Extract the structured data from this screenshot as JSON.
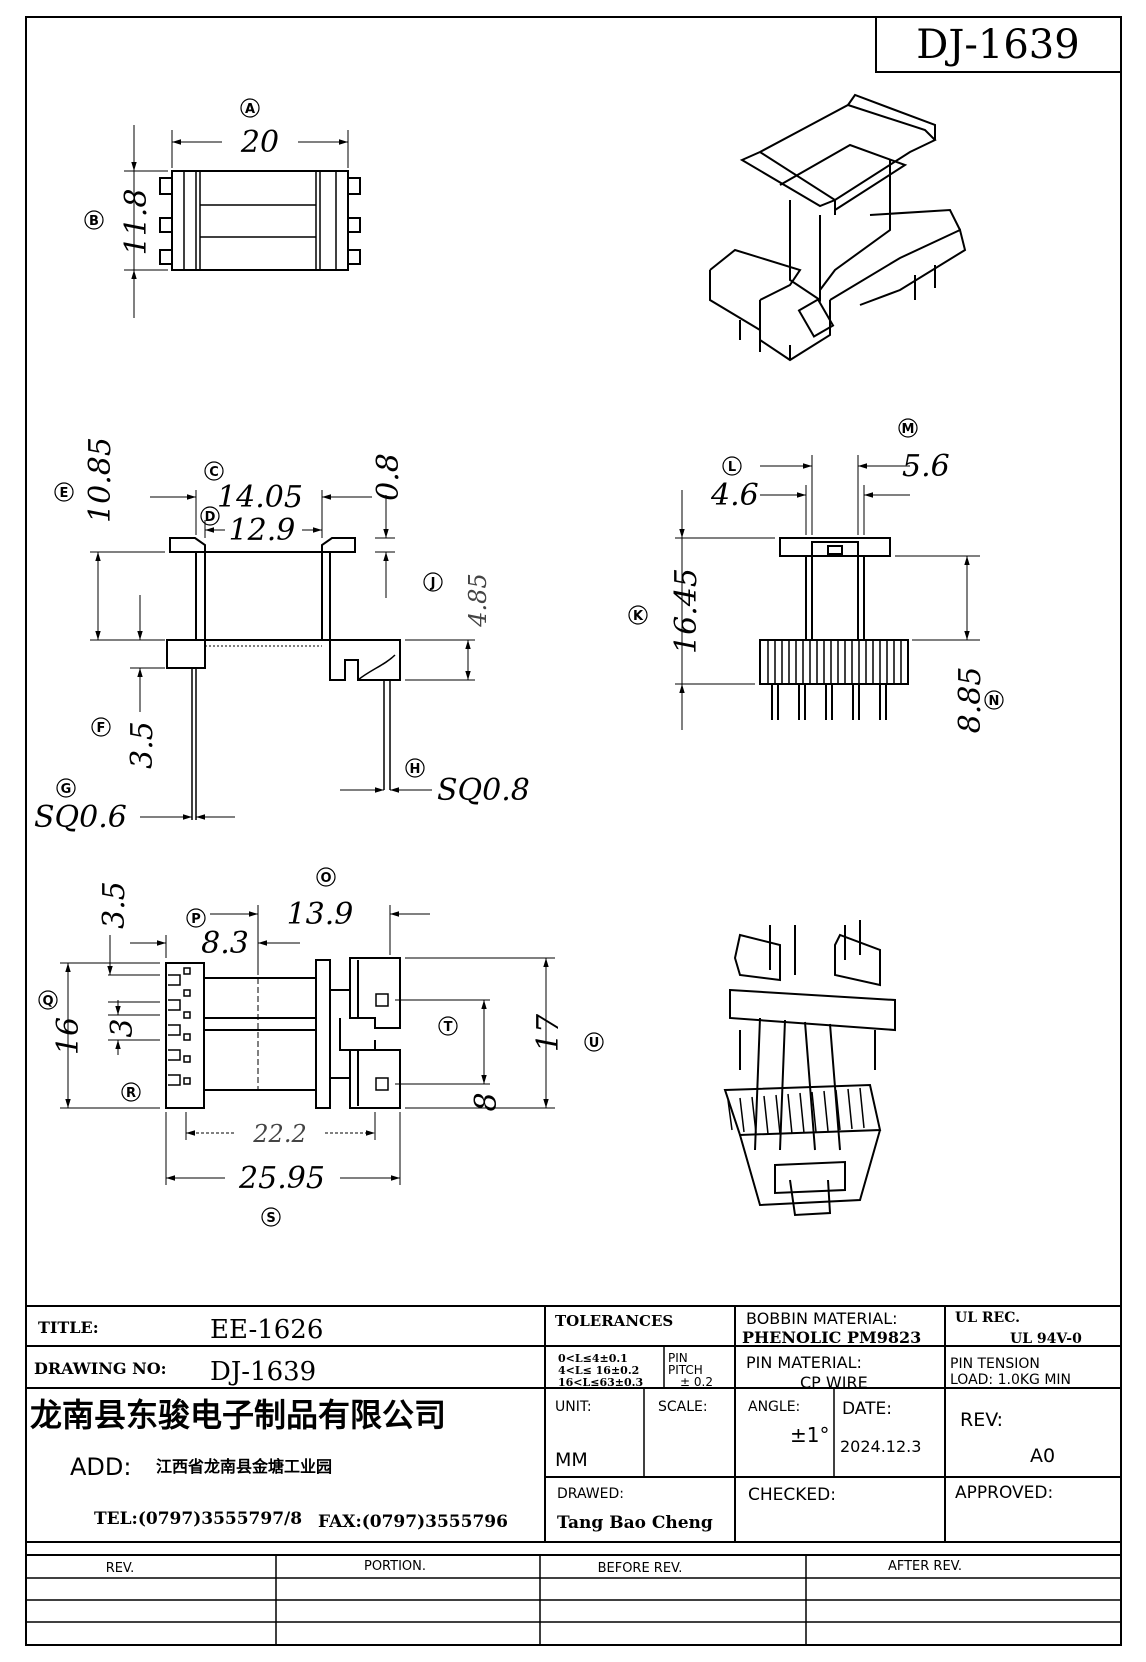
{
  "drawing_number_box": "DJ-1639",
  "views": {
    "top": {
      "callouts": {
        "a": "A",
        "b": "B"
      },
      "dims": {
        "width": "20",
        "height": "11.8"
      }
    },
    "front": {
      "callouts": {
        "c": "C",
        "d": "D",
        "e": "E",
        "f": "F",
        "g": "G",
        "h": "H",
        "j": "J"
      },
      "dims": {
        "c": "14.05",
        "d": "12.9",
        "e": "10.85",
        "f": "3.5",
        "g": "SQ0.6",
        "h": "SQ0.8",
        "j": "4.85",
        "flange": "0.8"
      }
    },
    "side": {
      "callouts": {
        "k": "K",
        "l": "L",
        "m": "M",
        "n": "N"
      },
      "dims": {
        "k": "16.45",
        "l": "4.6",
        "m": "5.6",
        "n": "8.85"
      }
    },
    "bottom": {
      "callouts": {
        "o": "O",
        "p": "P",
        "q": "Q",
        "r": "R",
        "s": "S",
        "t": "T",
        "u": "U"
      },
      "dims": {
        "o": "13.9",
        "p": "8.3",
        "q": "16",
        "r": "3",
        "s": "25.95",
        "inner": "22.2",
        "t": "8",
        "u": "17",
        "pitch": "3.5"
      }
    }
  },
  "title_block": {
    "title_label": "TITLE:",
    "title_value": "EE-1626",
    "drawing_no_label": "DRAWING NO:",
    "drawing_no_value": "DJ-1639",
    "company": "龙南县东骏电子制品有限公司",
    "add_label": "ADD:",
    "address": "江西省龙南县金塘工业园",
    "tel": "TEL:(0797)3555797/8",
    "fax": "FAX:(0797)3555796",
    "tolerances_label": "TOLERANCES",
    "tol_1": "0<L≤4±0.1",
    "tol_2": "4<L≤ 16±0.2",
    "tol_3": "16<L≤63±0.3",
    "pin_pitch_label_1": "PIN",
    "pin_pitch_label_2": "PITCH",
    "pin_pitch_value": "± 0.2",
    "unit_label": "UNIT:",
    "unit_value": "MM",
    "scale_label": "SCALE:",
    "angle_label": "ANGLE:",
    "angle_value": "±1°",
    "date_label": "DATE:",
    "date_value": "2024.12.3",
    "drawed_label": "DRAWED:",
    "drawed_value": "Tang Bao Cheng",
    "checked_label": "CHECKED:",
    "bobbin_material_label": "BOBBIN MATERIAL:",
    "bobbin_material_value": "PHENOLIC  PM9823",
    "ul_rec_label": "UL REC.",
    "ul_rec_value": "UL  94V-0",
    "pin_material_label": "PIN MATERIAL:",
    "pin_material_value": "CP WIRE",
    "pin_tension_label": "PIN TENSION",
    "pin_tension_value": "LOAD:  1.0KG MIN",
    "rev_label": "REV:",
    "rev_value": "A0",
    "approved_label": "APPROVED:"
  },
  "revision_table": {
    "headers": [
      "REV.",
      "PORTION.",
      "BEFORE REV.",
      "AFTER REV."
    ]
  }
}
